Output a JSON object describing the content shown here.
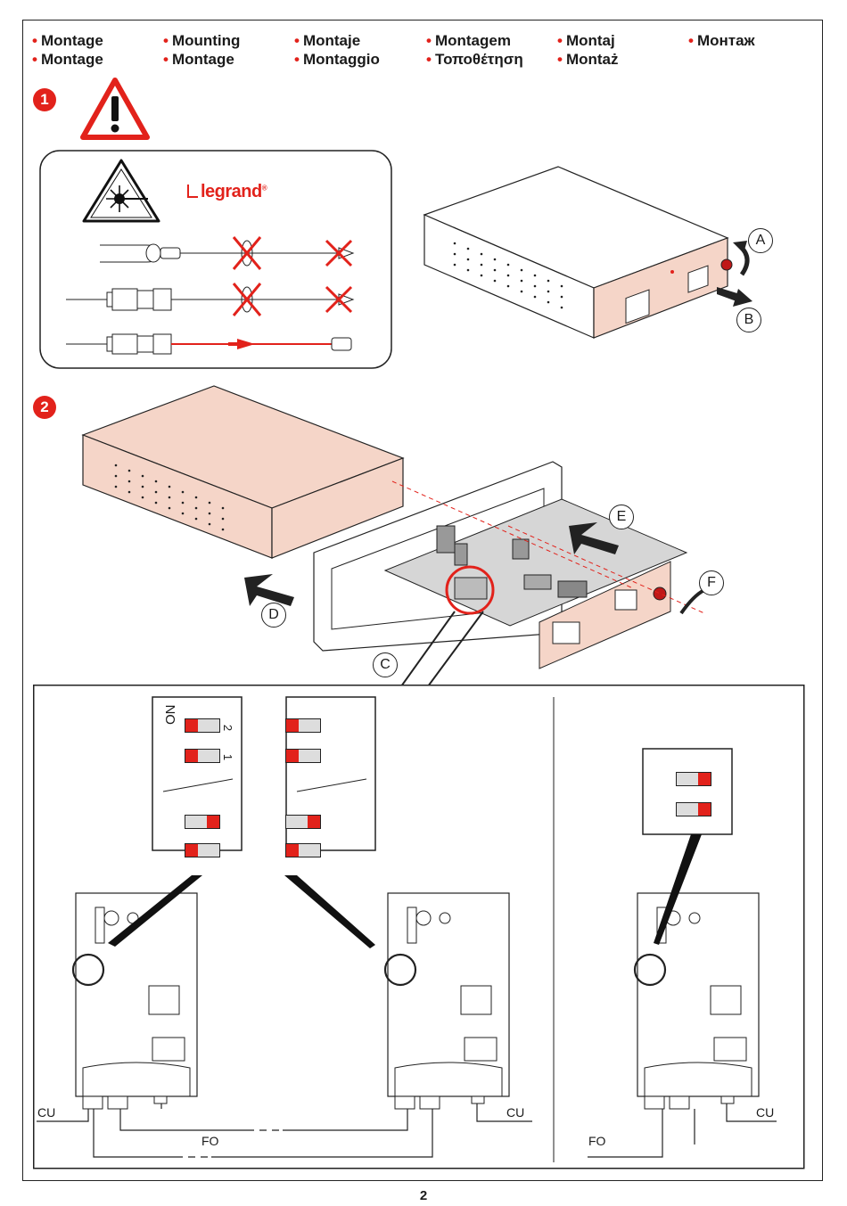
{
  "header": {
    "columns": [
      [
        "Montage",
        "Montage"
      ],
      [
        "Mounting",
        "Montage"
      ],
      [
        "Montaje",
        "Montaggio"
      ],
      [
        "Montagem",
        "Τοποθέτηση"
      ],
      [
        "Montaj",
        "Montaż"
      ],
      [
        "Монтаж"
      ]
    ]
  },
  "steps": {
    "one": "1",
    "two": "2"
  },
  "brand": {
    "logo_text": "legrand",
    "trademark": "®"
  },
  "callouts": {
    "A": "A",
    "B": "B",
    "C": "C",
    "D": "D",
    "E": "E",
    "F": "F"
  },
  "dip_switch": {
    "on_label": "ON",
    "switch_1": "1",
    "switch_2": "2"
  },
  "cables": {
    "copper": "CU",
    "fiber": "FO"
  },
  "page_number": "2",
  "colors": {
    "accent_red": "#e2221b",
    "device_pink": "#f5d5c8",
    "outline": "#222222"
  }
}
